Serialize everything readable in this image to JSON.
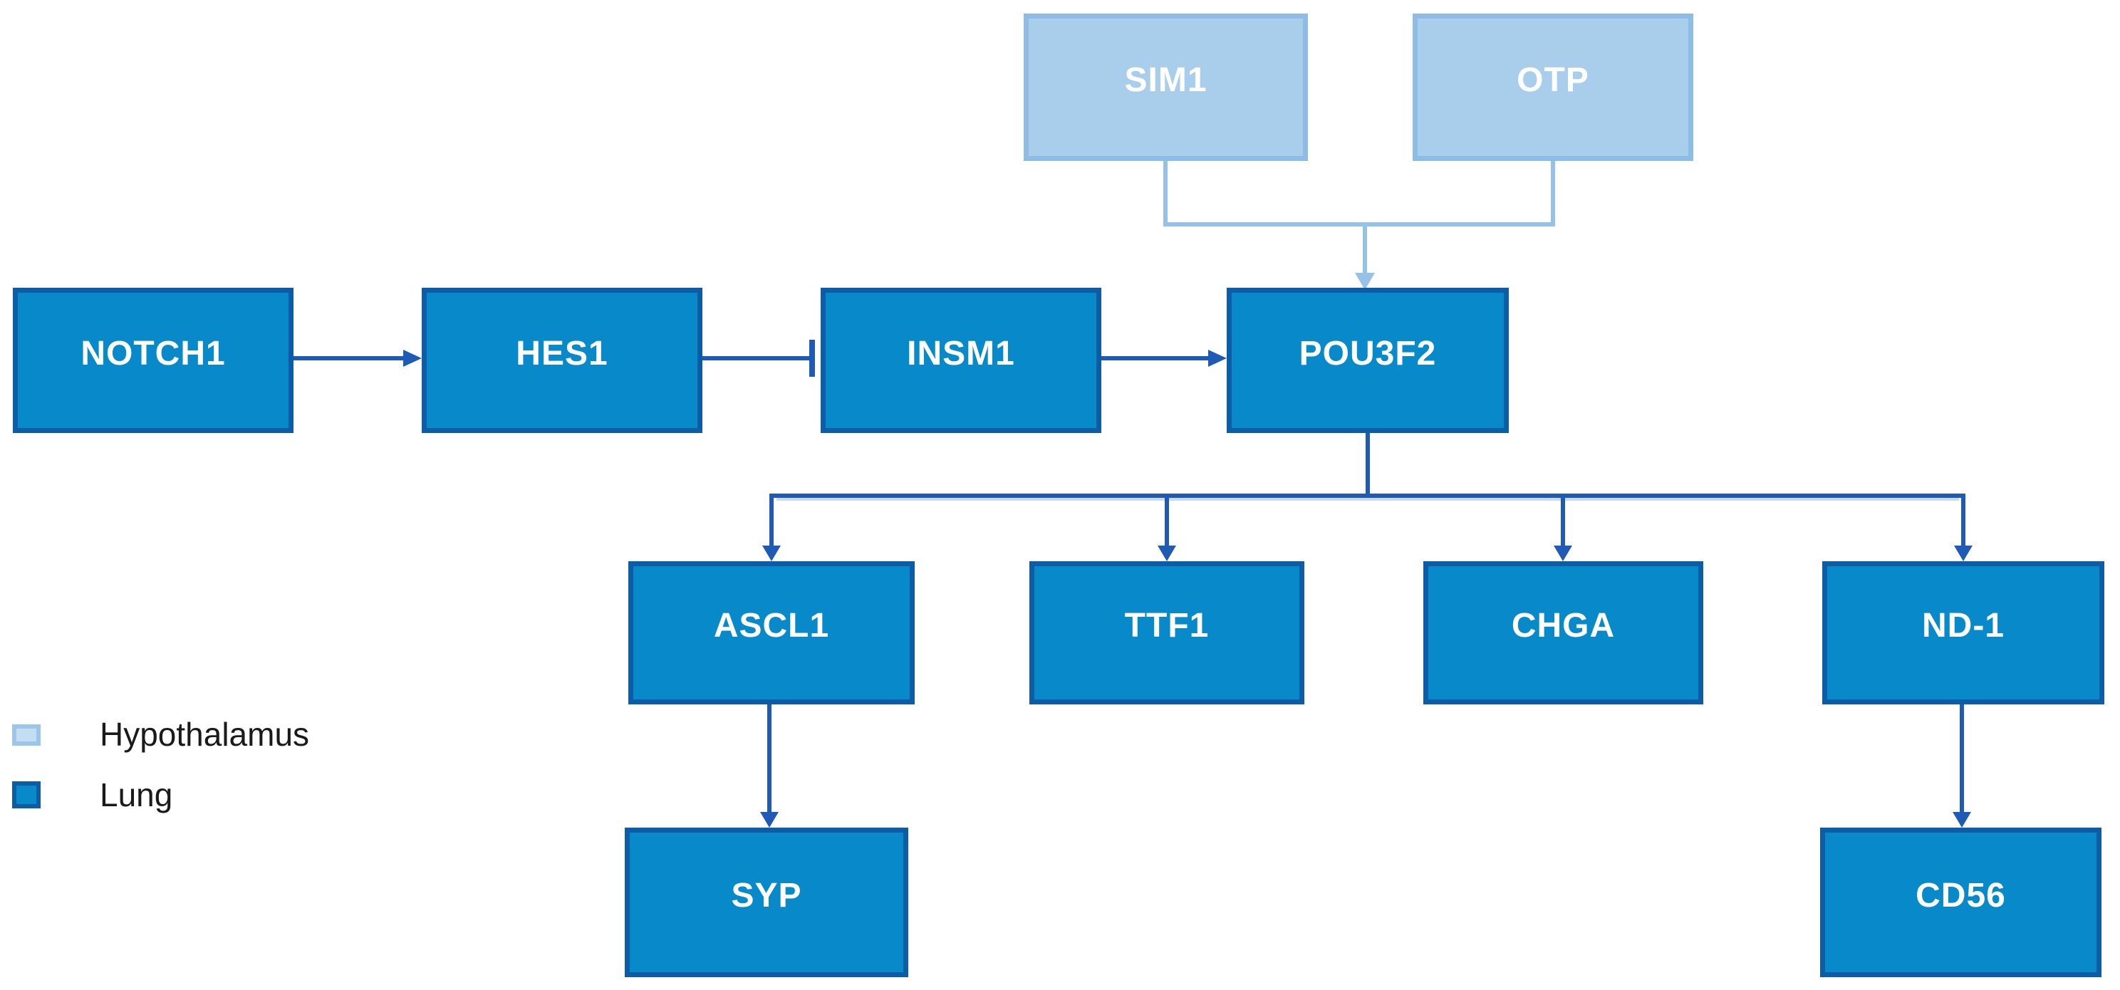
{
  "diagram": {
    "description": "Gene regulatory network flowchart with nodes colored by tissue",
    "nodes": {
      "sim1": {
        "label": "SIM1",
        "group": "Hypothalamus"
      },
      "otp": {
        "label": "OTP",
        "group": "Hypothalamus"
      },
      "notch1": {
        "label": "NOTCH1",
        "group": "Lung"
      },
      "hes1": {
        "label": "HES1",
        "group": "Lung"
      },
      "insm1": {
        "label": "INSM1",
        "group": "Lung"
      },
      "pou3f2": {
        "label": "POU3F2",
        "group": "Lung"
      },
      "ascl1": {
        "label": "ASCL1",
        "group": "Lung"
      },
      "ttf1": {
        "label": "TTF1",
        "group": "Lung"
      },
      "chga": {
        "label": "CHGA",
        "group": "Lung"
      },
      "nd1": {
        "label": "ND-1",
        "group": "Lung"
      },
      "syp": {
        "label": "SYP",
        "group": "Lung"
      },
      "cd56": {
        "label": "CD56",
        "group": "Lung"
      }
    },
    "edges": [
      {
        "from": "NOTCH1",
        "to": "HES1",
        "type": "activation"
      },
      {
        "from": "HES1",
        "to": "INSM1",
        "type": "inhibition"
      },
      {
        "from": "INSM1",
        "to": "POU3F2",
        "type": "activation"
      },
      {
        "from": "SIM1",
        "to": "POU3F2",
        "type": "activation"
      },
      {
        "from": "OTP",
        "to": "POU3F2",
        "type": "activation"
      },
      {
        "from": "POU3F2",
        "to": "ASCL1",
        "type": "activation"
      },
      {
        "from": "POU3F2",
        "to": "TTF1",
        "type": "activation"
      },
      {
        "from": "POU3F2",
        "to": "CHGA",
        "type": "activation"
      },
      {
        "from": "POU3F2",
        "to": "ND-1",
        "type": "activation"
      },
      {
        "from": "ASCL1",
        "to": "SYP",
        "type": "activation"
      },
      {
        "from": "ND-1",
        "to": "CD56",
        "type": "activation"
      }
    ],
    "legend": {
      "items": [
        {
          "label": "Hypothalamus",
          "color": "#A9CEEC",
          "border": "#9CC6E9"
        },
        {
          "label": "Lung",
          "color": "#0889CA",
          "border": "#0C5CA6"
        }
      ]
    },
    "colors": {
      "lung_fill": "#0889CA",
      "lung_border": "#0C5CA6",
      "hypothalamus_fill": "#A9CEEC",
      "hypothalamus_border": "#8FBCE4",
      "edge_dark": "#1E5AB6",
      "edge_light": "#94C2E8",
      "label_text": "#FFFFFF",
      "legend_text": "#1A1A1A",
      "background": "#FFFFFF"
    }
  }
}
